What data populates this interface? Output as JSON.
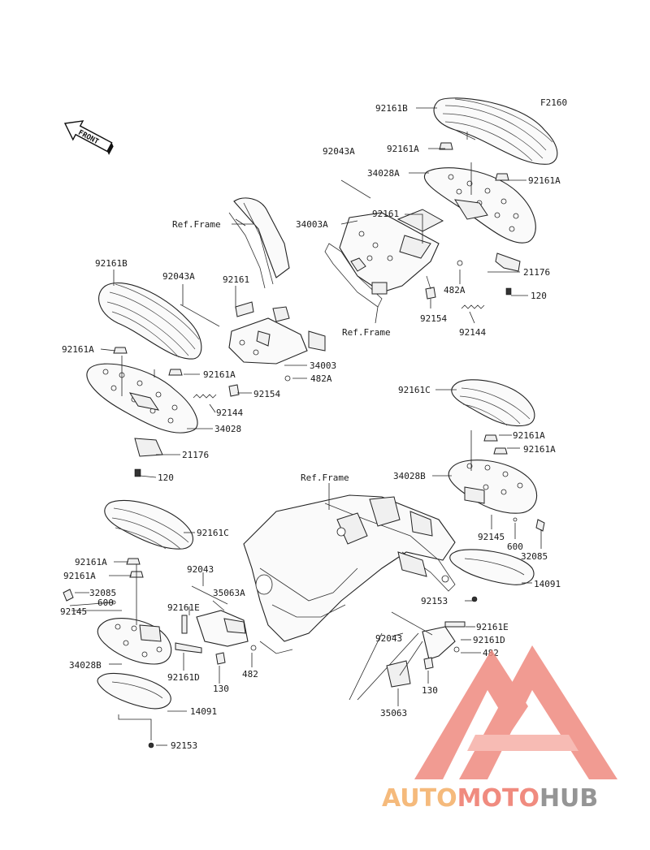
{
  "figure_code": "F2160",
  "front_label": "FRONT",
  "ref_frame_label": "Ref.Frame",
  "watermark": {
    "part1": "AUTO",
    "part2": "MOTO",
    "part3": "HUB",
    "color_auto": "#f4b36e",
    "color_moto": "#ef7f72",
    "color_hub": "#8a8a8a",
    "logo_color": "#ef8a80"
  },
  "labels": {
    "rf_92161B": "92161B",
    "rf_92161A_1": "92161A",
    "rf_92043A": "92043A",
    "rf_34028A": "34028A",
    "rf_92161A_2": "92161A",
    "rf_92161": "92161",
    "rf_34003A": "34003A",
    "rf_21176": "21176",
    "rf_482A": "482A",
    "rf_120": "120",
    "rf_92154": "92154",
    "rf_92144": "92144",
    "lf_92161B": "92161B",
    "lf_92043A": "92043A",
    "lf_92161": "92161",
    "lf_92161A_1": "92161A",
    "lf_92161A_2": "92161A",
    "lf_34003": "34003",
    "lf_482A": "482A",
    "lf_92154": "92154",
    "lf_92144": "92144",
    "lf_34028": "34028",
    "lf_21176": "21176",
    "lf_120": "120",
    "rr_92161C": "92161C",
    "rr_92161A_1": "92161A",
    "rr_92161A_2": "92161A",
    "rr_34028B": "34028B",
    "rr_92145": "92145",
    "rr_600": "600",
    "rr_32085": "32085",
    "rr_14091": "14091",
    "rr_92153": "92153",
    "rr_92161E": "92161E",
    "rr_92043": "92043",
    "rr_92161D": "92161D",
    "rr_482": "482",
    "rr_130": "130",
    "rr_35063": "35063",
    "lr_92161C": "92161C",
    "lr_92161A_1": "92161A",
    "lr_92161A_2": "92161A",
    "lr_32085": "32085",
    "lr_600": "600",
    "lr_92145": "92145",
    "lr_92043": "92043",
    "lr_35063A": "35063A",
    "lr_92161E": "92161E",
    "lr_34028B": "34028B",
    "lr_92161D": "92161D",
    "lr_130": "130",
    "lr_482": "482",
    "lr_14091": "14091",
    "lr_92153": "92153"
  }
}
